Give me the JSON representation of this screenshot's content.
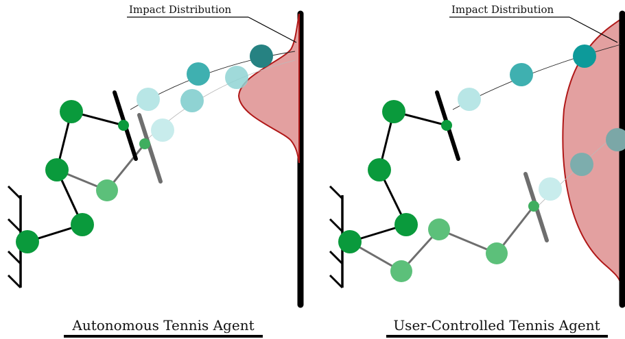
{
  "panels": [
    {
      "id": "autonomous",
      "title": "Autonomous Tennis Agent",
      "annotation": "Impact Distribution"
    },
    {
      "id": "user-controlled",
      "title": "User-Controlled Tennis Agent",
      "annotation": "Impact Distribution"
    }
  ],
  "colors": {
    "joint_dark": "#0a9a3c",
    "joint_light": "#5cc07a",
    "ball_teal": "#0d9a9a",
    "ball_light": "#b8e6e6",
    "distribution_fill": "#e3a0a0",
    "distribution_edge": "#b01818",
    "arm": "#000000",
    "arm_ghost": "#6e6e6e"
  }
}
